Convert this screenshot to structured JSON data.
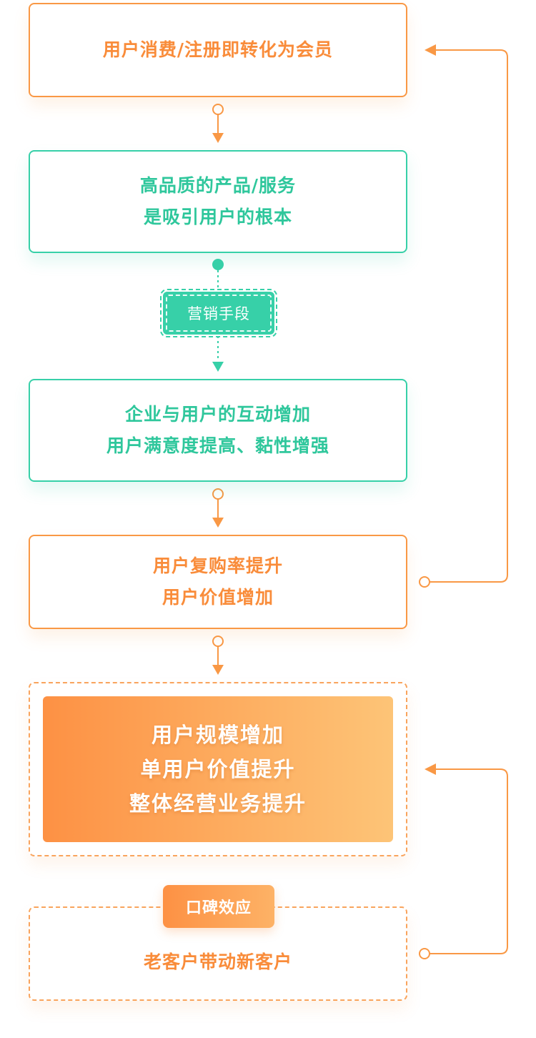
{
  "flow": {
    "step1": {
      "lines": [
        "用户消费/注册即转化为会员"
      ]
    },
    "step2": {
      "lines": [
        "高品质的产品/服务",
        "是吸引用户的根本"
      ]
    },
    "marketing_badge": "营销手段",
    "step3": {
      "lines": [
        "企业与用户的互动增加",
        "用户满意度提高、黏性增强"
      ]
    },
    "step4": {
      "lines": [
        "用户复购率提升",
        "用户价值增加"
      ]
    },
    "result": {
      "lines": [
        "用户规模增加",
        "单用户价值提升",
        "整体经营业务提升"
      ]
    },
    "word_of_mouth_badge": "口碑效应",
    "referral": "老客户带动新客户"
  },
  "colors": {
    "orange": "#f99845",
    "green": "#37d0a8",
    "gradient_start": "#fd9144",
    "gradient_end": "#fdc477"
  }
}
